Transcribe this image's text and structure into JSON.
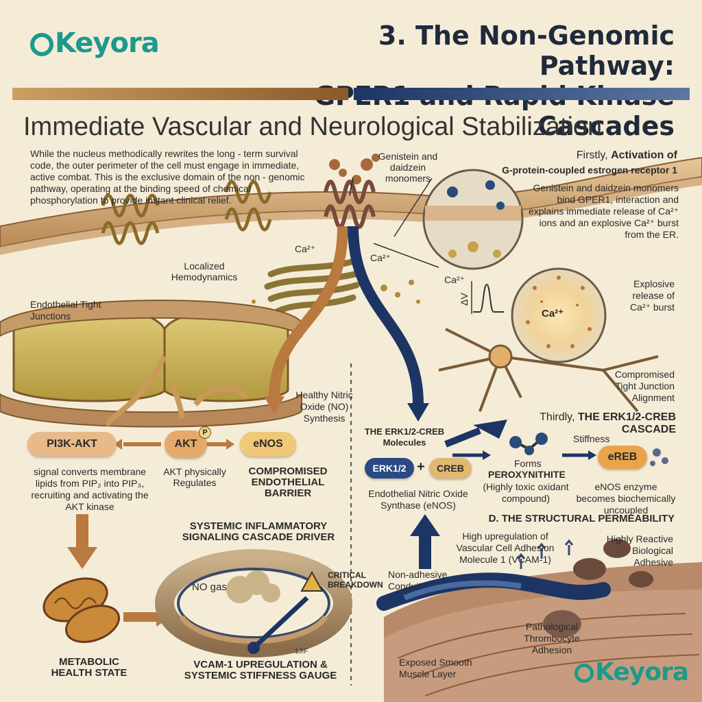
{
  "header": {
    "title_line1": "3. The Non-Genomic Pathway:",
    "title_line2": "GPER1 and Rapid Kinase Cascades",
    "subtitle": "Immediate Vascular and Neurological Stabilization",
    "brand": "Keyora"
  },
  "intro": {
    "text": "While the nucleus methodically rewrites the long - term survival code, the outer perimeter of the cell must engage in immediate, active combat. This is the exclusive domain of the non - genomic pathway, operating at the binding speed of chemical phosphorylation to provide instant clinical relief."
  },
  "top_labels": {
    "genistein": "Genistein and daidzein monomers",
    "ca1": "Ca²⁺",
    "ca2": "Ca²⁺",
    "ca3": "Ca²⁺",
    "localized": "Localized Hemodynamics",
    "tight": "Endothelial Tight Junctions",
    "dv": "ΔV"
  },
  "first": {
    "lead": "Firstly,",
    "heading": "Activation of",
    "heading2": "G-protein-coupled estrogen receptor 1",
    "body": "Genistein and daidzein monomers bind GPER1, interaction and explains immediate release of Ca²⁺ ions and an explosive Ca²⁺ burst from the ER."
  },
  "burst": {
    "center": "Ca²⁺",
    "label": "Explosive release of Ca²⁺ burst",
    "compromised": "Compromised Tight Junction Alignment"
  },
  "left_path": {
    "healthy_no": "Healthy Nitric Oxide (NO) Synthesis",
    "pi3k": "PI3K-AKT",
    "akt": "AKT",
    "enos": "eNOS",
    "p": "P",
    "signal": "signal converts membrane lipids from PIP₂ into PIP₃, recruiting and activating the AKT kinase",
    "akt_reg": "AKT physically Regulates",
    "compromised_barrier": "COMPROMISED ENDOTHELIAL BARRIER",
    "systemic": "SYSTEMIC INFLAMMATORY SIGNALING CASCADE DRIVER",
    "metabolic": "METABOLIC HEALTH STATE",
    "no_gas": "NO gas",
    "critical": "CRITICAL BREAKDOWN",
    "gauge_title": "VCAM-1 UPREGULATION & SYSTEMIC STIFFNESS GAUGE",
    "gauge_tick": "1JIF"
  },
  "right_path": {
    "erk_title": "THE ERK1/2-CREB Molecules",
    "erk": "ERK1/2",
    "plus": "+",
    "creb": "CREB",
    "enos_syn": "Endothelial Nitric Oxide Synthase (eNOS)",
    "third_lead": "Thirdly,",
    "third_heading": "THE ERK1/2-CREB CASCADE",
    "stiffness": "Stiffness",
    "forms": "Forms",
    "peroxy": "PEROXYNITHITE",
    "peroxy_desc": "(Highly toxic oxidant compound)",
    "ereb": "eREB",
    "uncoupled": "eNOS enzyme becomes biochemically uncoupled",
    "d_heading": "D. THE STRUCTURAL PERMEABILITY",
    "vcam": "High upregulation of Vascular Cell Adhesion Molecule 1 (VCAM-1)",
    "reactive": "Highly Reactive Biological Adhesive",
    "nonadhesive": "Non-adhesive Conduit",
    "thrombo": "Pathological Thrombocyte Adhesion",
    "smooth": "Exposed Smooth Muscle Layer"
  },
  "colors": {
    "brand": "#1c9a8c",
    "bronze": "#b9793f",
    "navy": "#1d3564",
    "cream": "#f5ecd8"
  }
}
